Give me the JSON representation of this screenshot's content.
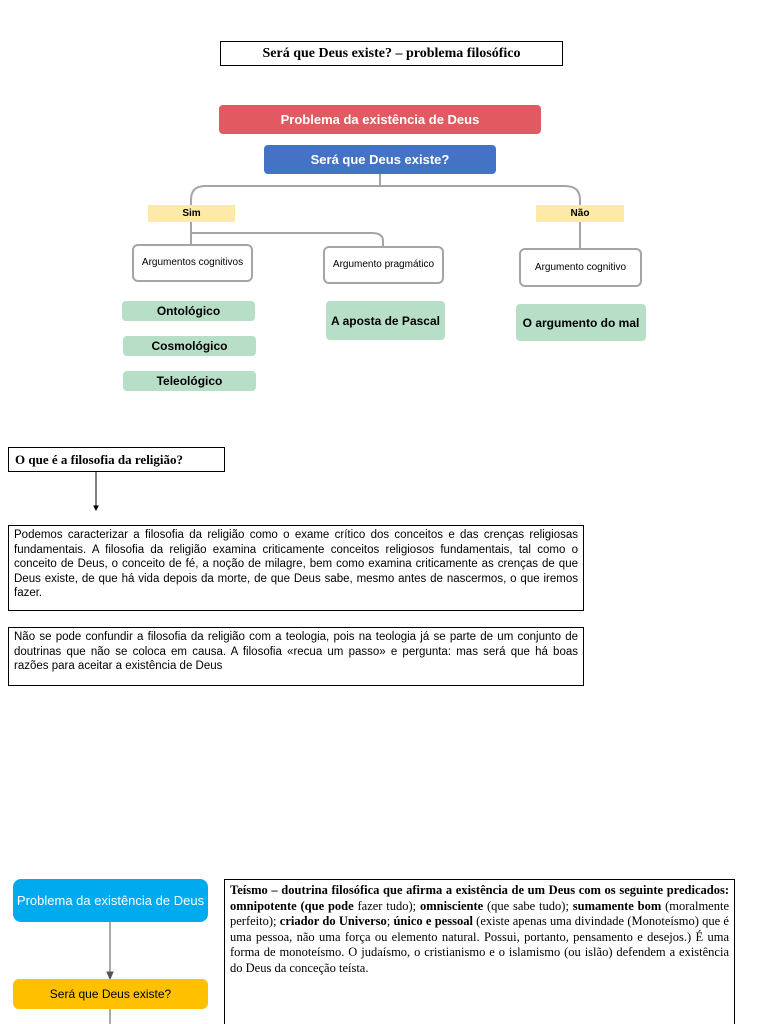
{
  "title": "Será que Deus existe? – problema filosófico",
  "diagram": {
    "root": "Problema da existência de Deus",
    "question": "Será que Deus existe?",
    "yes": "Sim",
    "no": "Não",
    "yes_branches": {
      "cognitive": "Argumentos cognitivos",
      "pragmatic": "Argumento pragmático",
      "ontological": "Ontológico",
      "cosmological": "Cosmológico",
      "teleological": "Teleológico",
      "pascal": "A aposta de Pascal"
    },
    "no_branches": {
      "cognitive": "Argumento cognitivo",
      "evil": "O argumento do mal"
    }
  },
  "section": {
    "question": "O que é a filosofia da religião?",
    "paragraph1": "Podemos caracterizar a filosofia da religião como o exame crítico dos conceitos e das crenças religiosas fundamentais. A filosofia da religião examina criticamente conceitos religiosos fundamentais, tal como o conceito de Deus, o conceito de fé, a noção de milagre, bem como examina criticamente as crenças de que Deus existe, de que há vida depois da morte, de que Deus sabe, mesmo antes de nascermos, o que iremos fazer.",
    "paragraph2": "Não se pode confundir a filosofia da religião com a teologia, pois na teologia já se parte de um conjunto de doutrinas que não se coloca em causa. A filosofia «recua um passo» e pergunta: mas será que há boas razões para aceitar a existência de Deus"
  },
  "bottom": {
    "problem": "Problema da existência de Deus",
    "question": "Será que Deus existe?",
    "teismo": {
      "t1": "Teísmo",
      "t2": " – doutrina filosófica que afirma a existência de um Deus com os seguinte predicados: ",
      "t3": "omnipotente",
      "t4": " (que pode ",
      "t5": "fazer tudo); ",
      "t6": "omnisciente",
      "t7": " (que sabe tudo); ",
      "t8": "sumamente bom",
      "t9": " (moralmente perfeito); ",
      "t10": "criador do Universo",
      "t11": "; ",
      "t12": "único e pessoal",
      "t13": " (existe apenas uma divindade (Monoteísmo) que é uma pessoa, não uma força ou elemento natural. Possui, portanto, pensamento e desejos.) É uma forma de monoteísmo. O judaísmo, o cristianismo e o islamismo (ou islão) defendem a existência do Deus da conceção teísta."
    }
  },
  "colors": {
    "root": "#e15a61",
    "question": "#4472c4",
    "tag": "#fde9a9",
    "leaf": "#b7dfc7",
    "bottom_problem": "#00aaee",
    "bottom_question": "#ffc000"
  }
}
